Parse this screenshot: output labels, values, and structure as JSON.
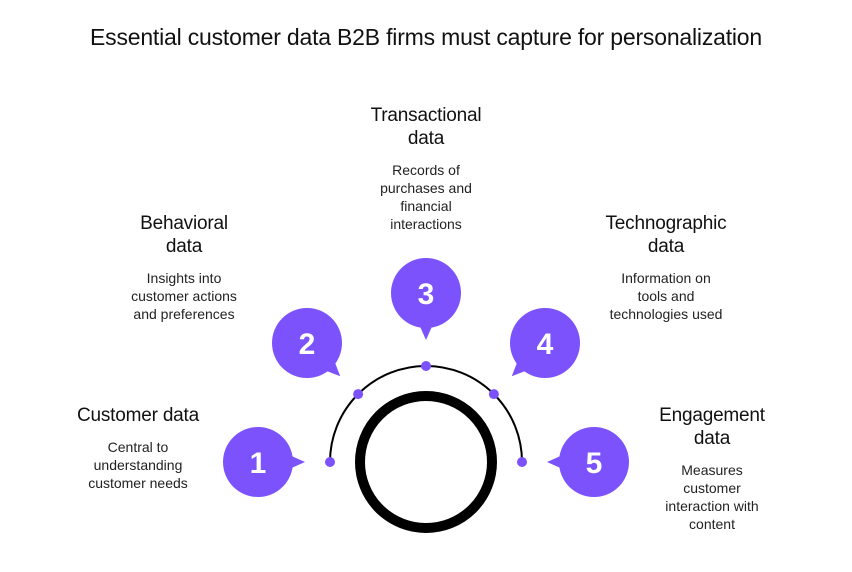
{
  "title": "Essential customer data B2B firms must capture for personalization",
  "colors": {
    "accent": "#7b52fc",
    "ring": "#000000",
    "text": "#111111"
  },
  "items": [
    {
      "number": "1",
      "heading_lines": [
        "Customer data"
      ],
      "desc_lines": [
        "Central to",
        "understanding",
        "customer needs"
      ]
    },
    {
      "number": "2",
      "heading_lines": [
        "Behavioral",
        "data"
      ],
      "desc_lines": [
        "Insights into",
        "customer actions",
        "and preferences"
      ]
    },
    {
      "number": "3",
      "heading_lines": [
        "Transactional",
        "data"
      ],
      "desc_lines": [
        "Records of",
        "purchases and",
        "financial",
        "interactions"
      ]
    },
    {
      "number": "4",
      "heading_lines": [
        "Technographic",
        "data"
      ],
      "desc_lines": [
        "Information on",
        "tools and",
        "technologies used"
      ]
    },
    {
      "number": "5",
      "heading_lines": [
        "Engagement",
        "data"
      ],
      "desc_lines": [
        "Measures",
        "customer",
        "interaction with",
        "content"
      ]
    }
  ]
}
